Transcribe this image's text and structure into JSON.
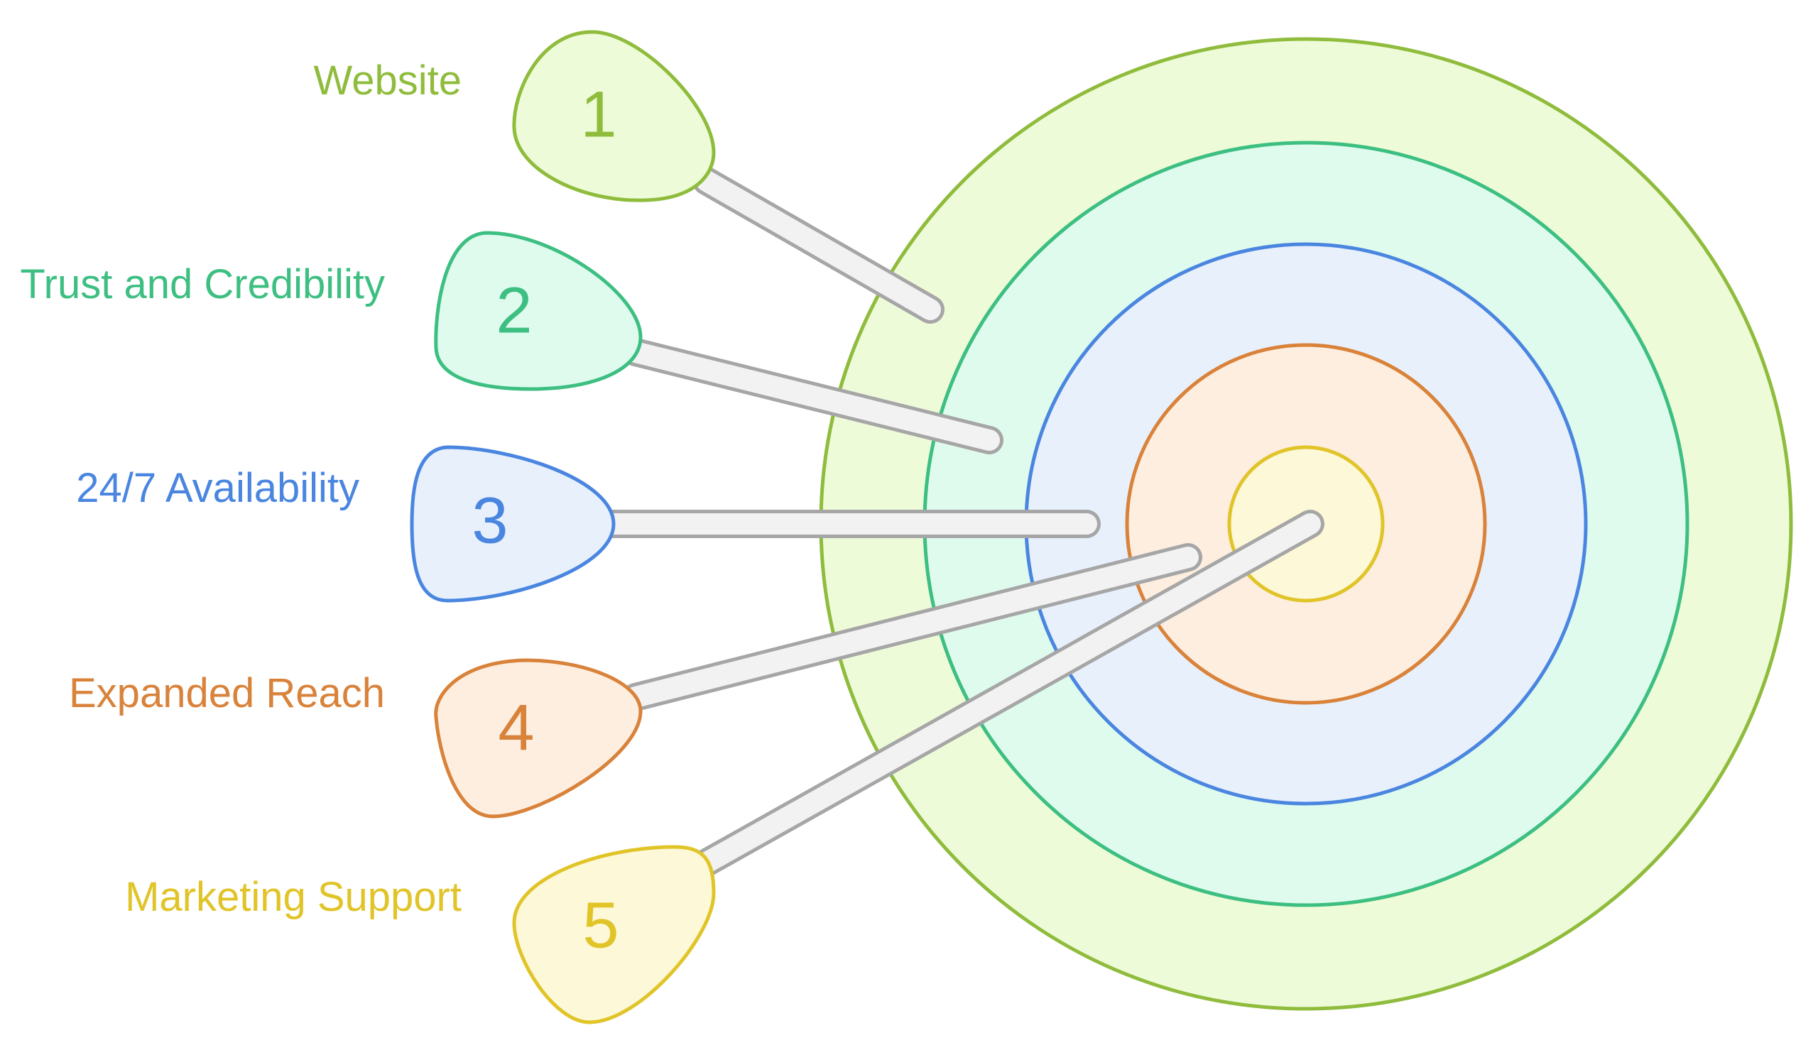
{
  "diagram": {
    "items": [
      {
        "number": "1",
        "label": "Website",
        "stroke": "#8fbc3c",
        "fill": "#eefbd8",
        "text_color": "#8fbc3c"
      },
      {
        "number": "2",
        "label": "Trust and Credibility",
        "stroke": "#3dbf82",
        "fill": "#dffbee",
        "text_color": "#3dbf82"
      },
      {
        "number": "3",
        "label": "24/7 Availability",
        "stroke": "#4a86e0",
        "fill": "#e8f0fc",
        "text_color": "#4a86e0"
      },
      {
        "number": "4",
        "label": "Expanded Reach",
        "stroke": "#d9823a",
        "fill": "#fdeee0",
        "text_color": "#d9823a"
      },
      {
        "number": "5",
        "label": "Marketing Support",
        "stroke": "#e0c428",
        "fill": "#fdf8d8",
        "text_color": "#e0c428"
      }
    ],
    "target_rings": [
      {
        "stroke": "#8fbc3c",
        "fill": "#eefbd8"
      },
      {
        "stroke": "#3dbf82",
        "fill": "#dffbee"
      },
      {
        "stroke": "#4a86e0",
        "fill": "#e8f0fc"
      },
      {
        "stroke": "#d9823a",
        "fill": "#fdeee0"
      },
      {
        "stroke": "#e0c428",
        "fill": "#fdf8d8"
      }
    ],
    "dart_color": {
      "stroke": "#a6a6a6",
      "fill": "#f2f2f2"
    }
  }
}
